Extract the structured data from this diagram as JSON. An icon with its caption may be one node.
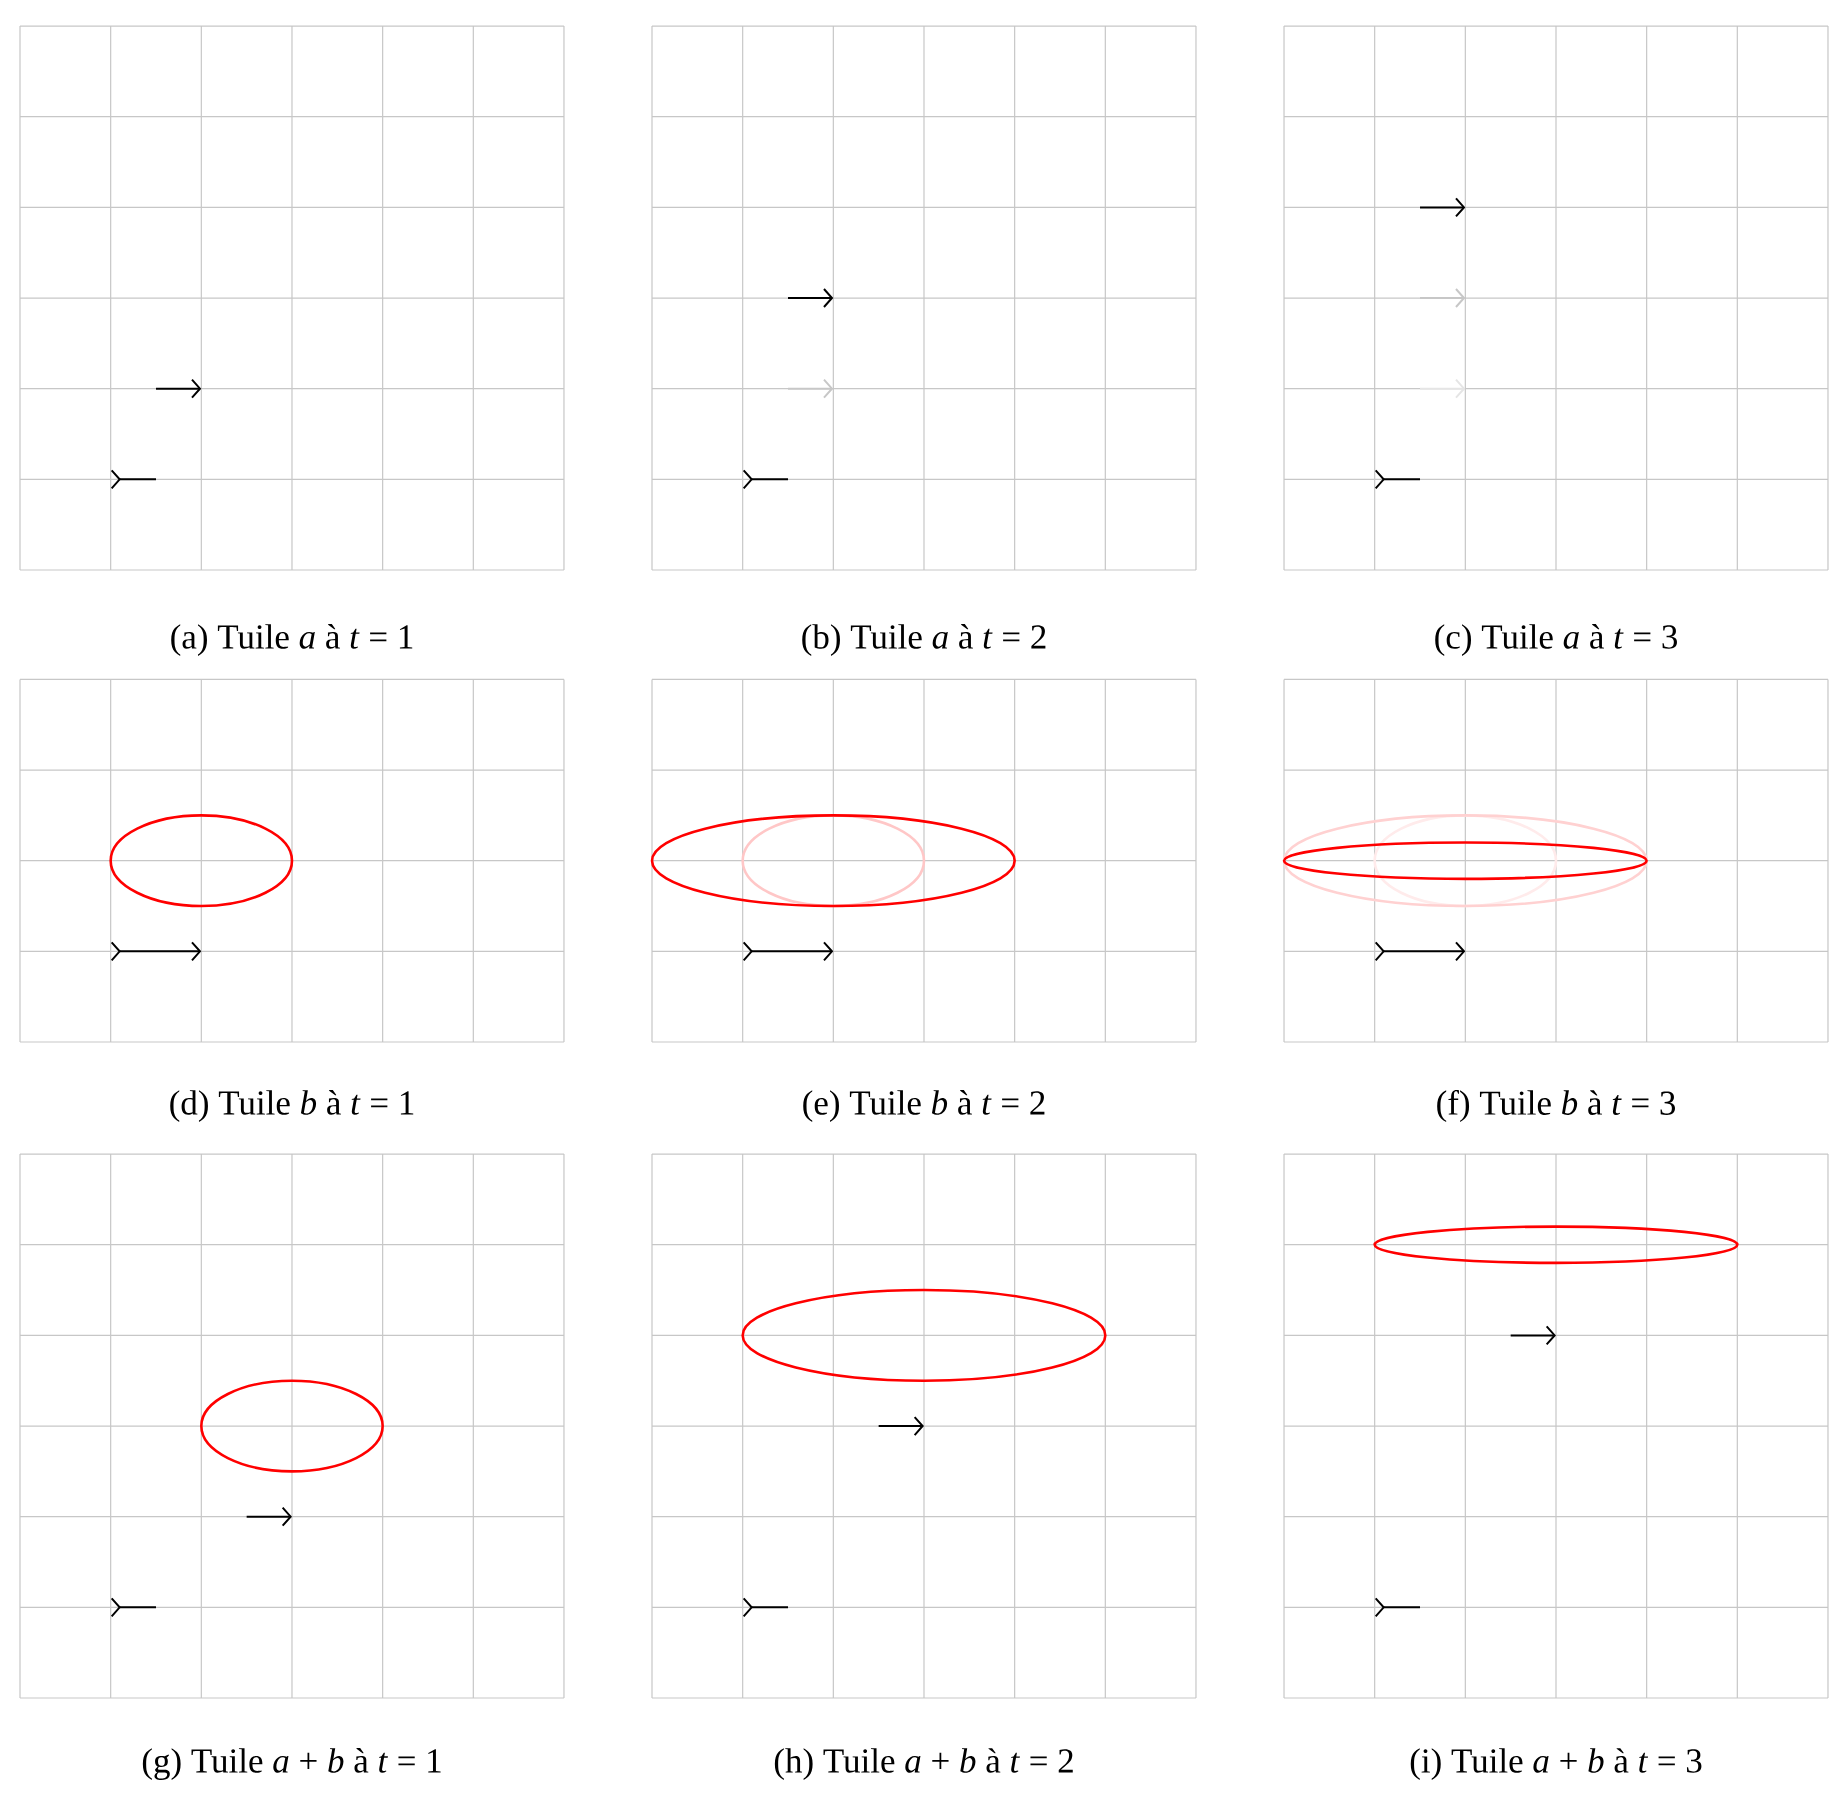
{
  "diagram": {
    "labels": [
      "(a) Tuile *a* à *t* = 1",
      "(b) Tuile *a* à *t* = 2",
      "(c) Tuile *a* à *t* = 3",
      "(d) Tuile *b* à *t* = 1",
      "(e) Tuile *b* à *t* = 2",
      "(f) Tuile *b* à *t* = 3",
      "(g) Tuile *a* + *b* à *t* = 1",
      "(h) Tuile *a* + *b* à *t* = 2",
      "(i) Tuile *a* + *b* à *t* = 3"
    ]
  }
}
